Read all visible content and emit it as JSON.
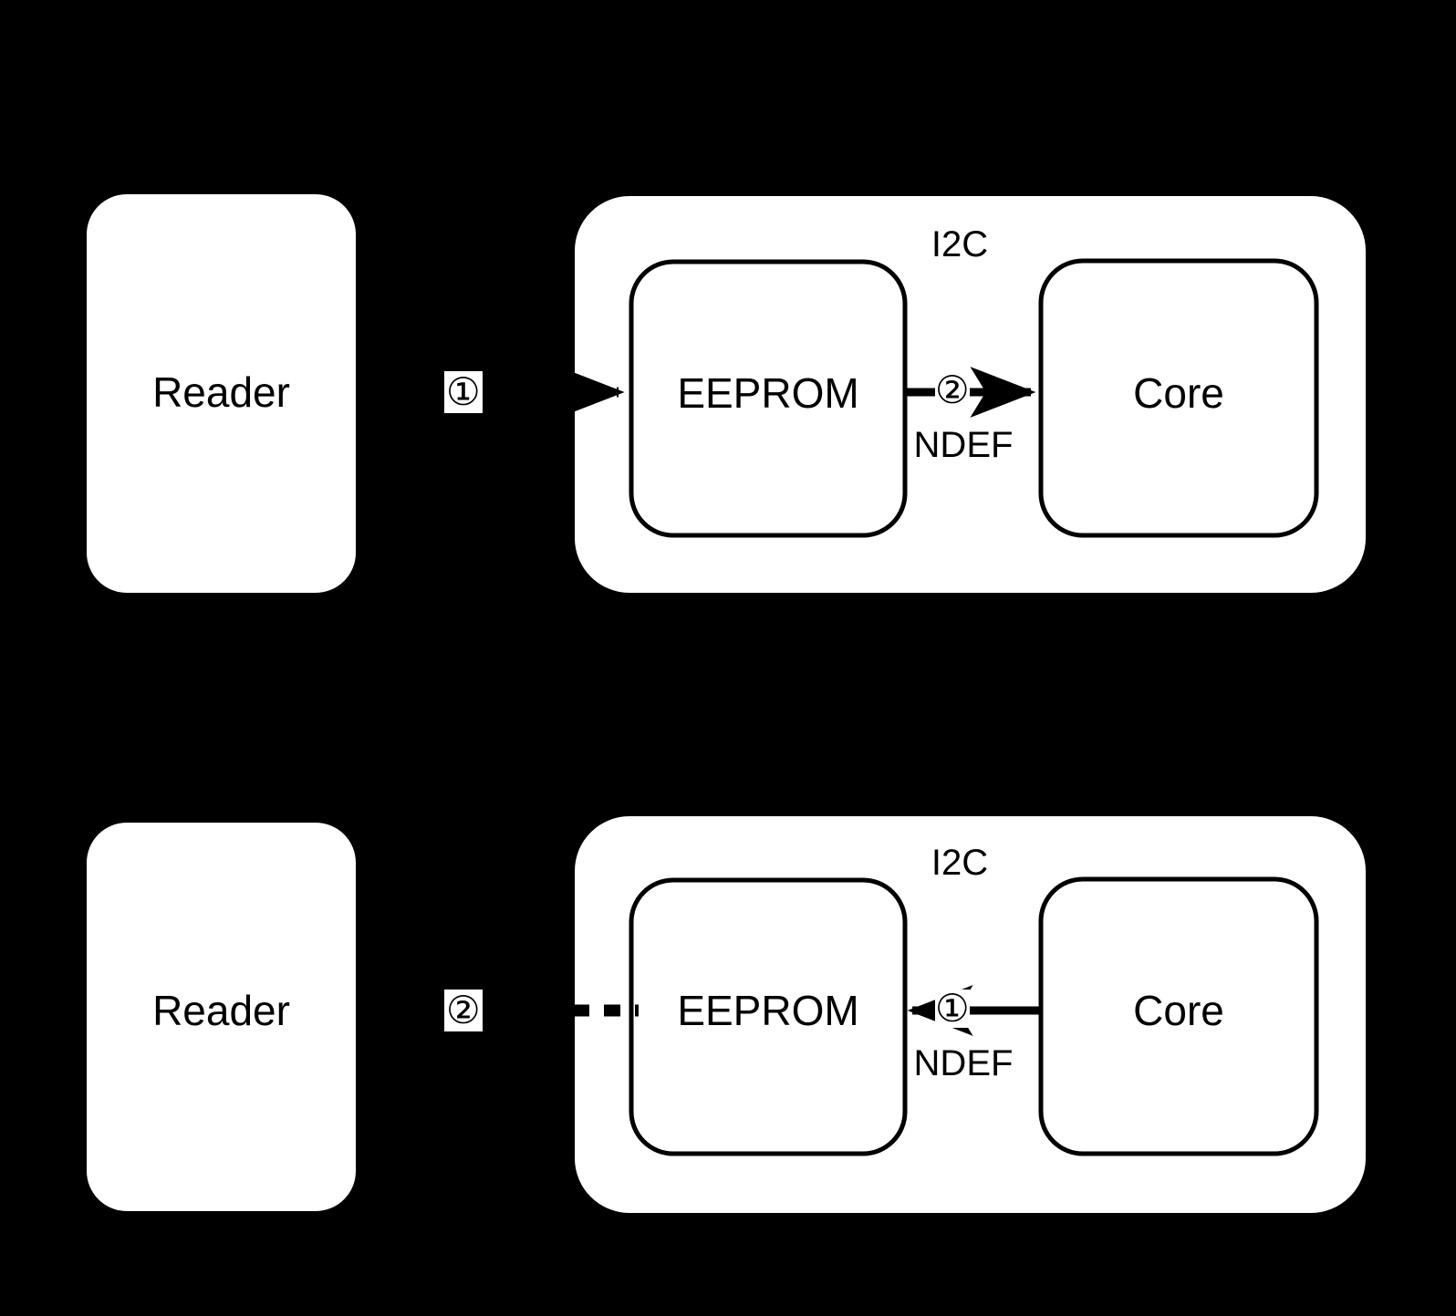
{
  "diagram": {
    "background_color": "#000000",
    "box_fill_color": "#ffffff",
    "stroke_color": "#000000",
    "panels": [
      {
        "id": "read-flow",
        "reader": {
          "label": "Reader"
        },
        "tag": {
          "label": "I2C"
        },
        "eeprom": {
          "label": "EEPROM"
        },
        "core": {
          "label": "Core"
        },
        "reader_to_eeprom": {
          "step": "①",
          "style": "dashed",
          "direction": "right",
          "arrowhead": true
        },
        "eeprom_to_core": {
          "step": "②",
          "style": "solid",
          "direction": "right",
          "arrowhead": true,
          "label": "NDEF"
        }
      },
      {
        "id": "write-flow",
        "reader": {
          "label": "Reader"
        },
        "tag": {
          "label": "I2C"
        },
        "eeprom": {
          "label": "EEPROM"
        },
        "core": {
          "label": "Core"
        },
        "reader_to_eeprom": {
          "step": "②",
          "style": "dashed",
          "direction": "right",
          "arrowhead": false
        },
        "core_to_eeprom": {
          "step": "①",
          "style": "solid",
          "direction": "left",
          "arrowhead": true,
          "label": "NDEF"
        }
      }
    ]
  }
}
